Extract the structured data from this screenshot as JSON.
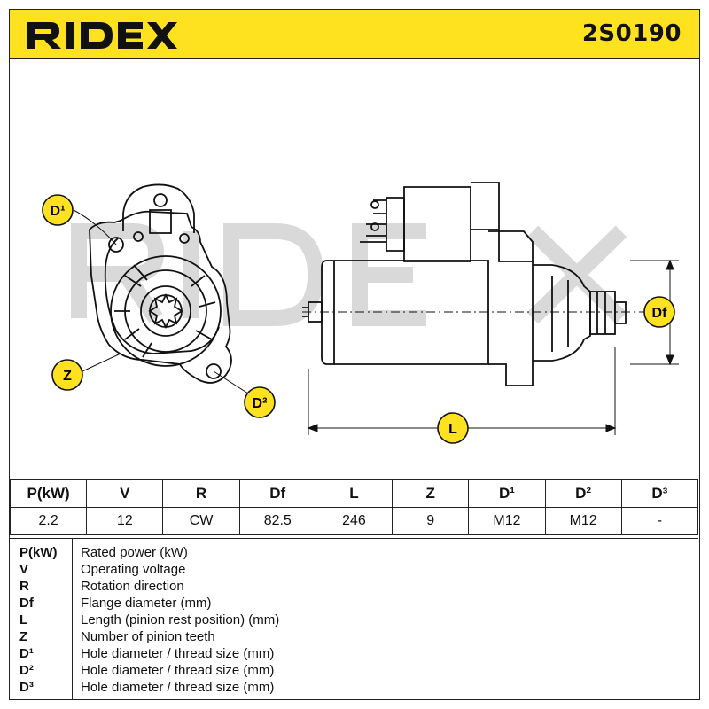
{
  "header": {
    "brand": "RIDEX",
    "part_number": "2S0190",
    "accent_color": "#ffe21f"
  },
  "callouts": {
    "d1": "D¹",
    "z": "Z",
    "d2": "D²",
    "df": "Df",
    "l": "L"
  },
  "spec_table": {
    "headers": [
      "P(kW)",
      "V",
      "R",
      "Df",
      "L",
      "Z",
      "D¹",
      "D²",
      "D³"
    ],
    "values": [
      "2.2",
      "12",
      "CW",
      "82.5",
      "246",
      "9",
      "M12",
      "M12",
      "-"
    ]
  },
  "legend": [
    {
      "code": "P(kW)",
      "desc": "Rated power (kW)"
    },
    {
      "code": "V",
      "desc": "Operating voltage"
    },
    {
      "code": "R",
      "desc": "Rotation direction"
    },
    {
      "code": "Df",
      "desc": "Flange diameter (mm)"
    },
    {
      "code": "L",
      "desc": "Length (pinion rest position) (mm)"
    },
    {
      "code": "Z",
      "desc": "Number of pinion teeth"
    },
    {
      "code": "D¹",
      "desc": "Hole diameter / thread size (mm)"
    },
    {
      "code": "D²",
      "desc": "Hole diameter / thread size (mm)"
    },
    {
      "code": "D³",
      "desc": "Hole diameter / thread size (mm)"
    }
  ]
}
